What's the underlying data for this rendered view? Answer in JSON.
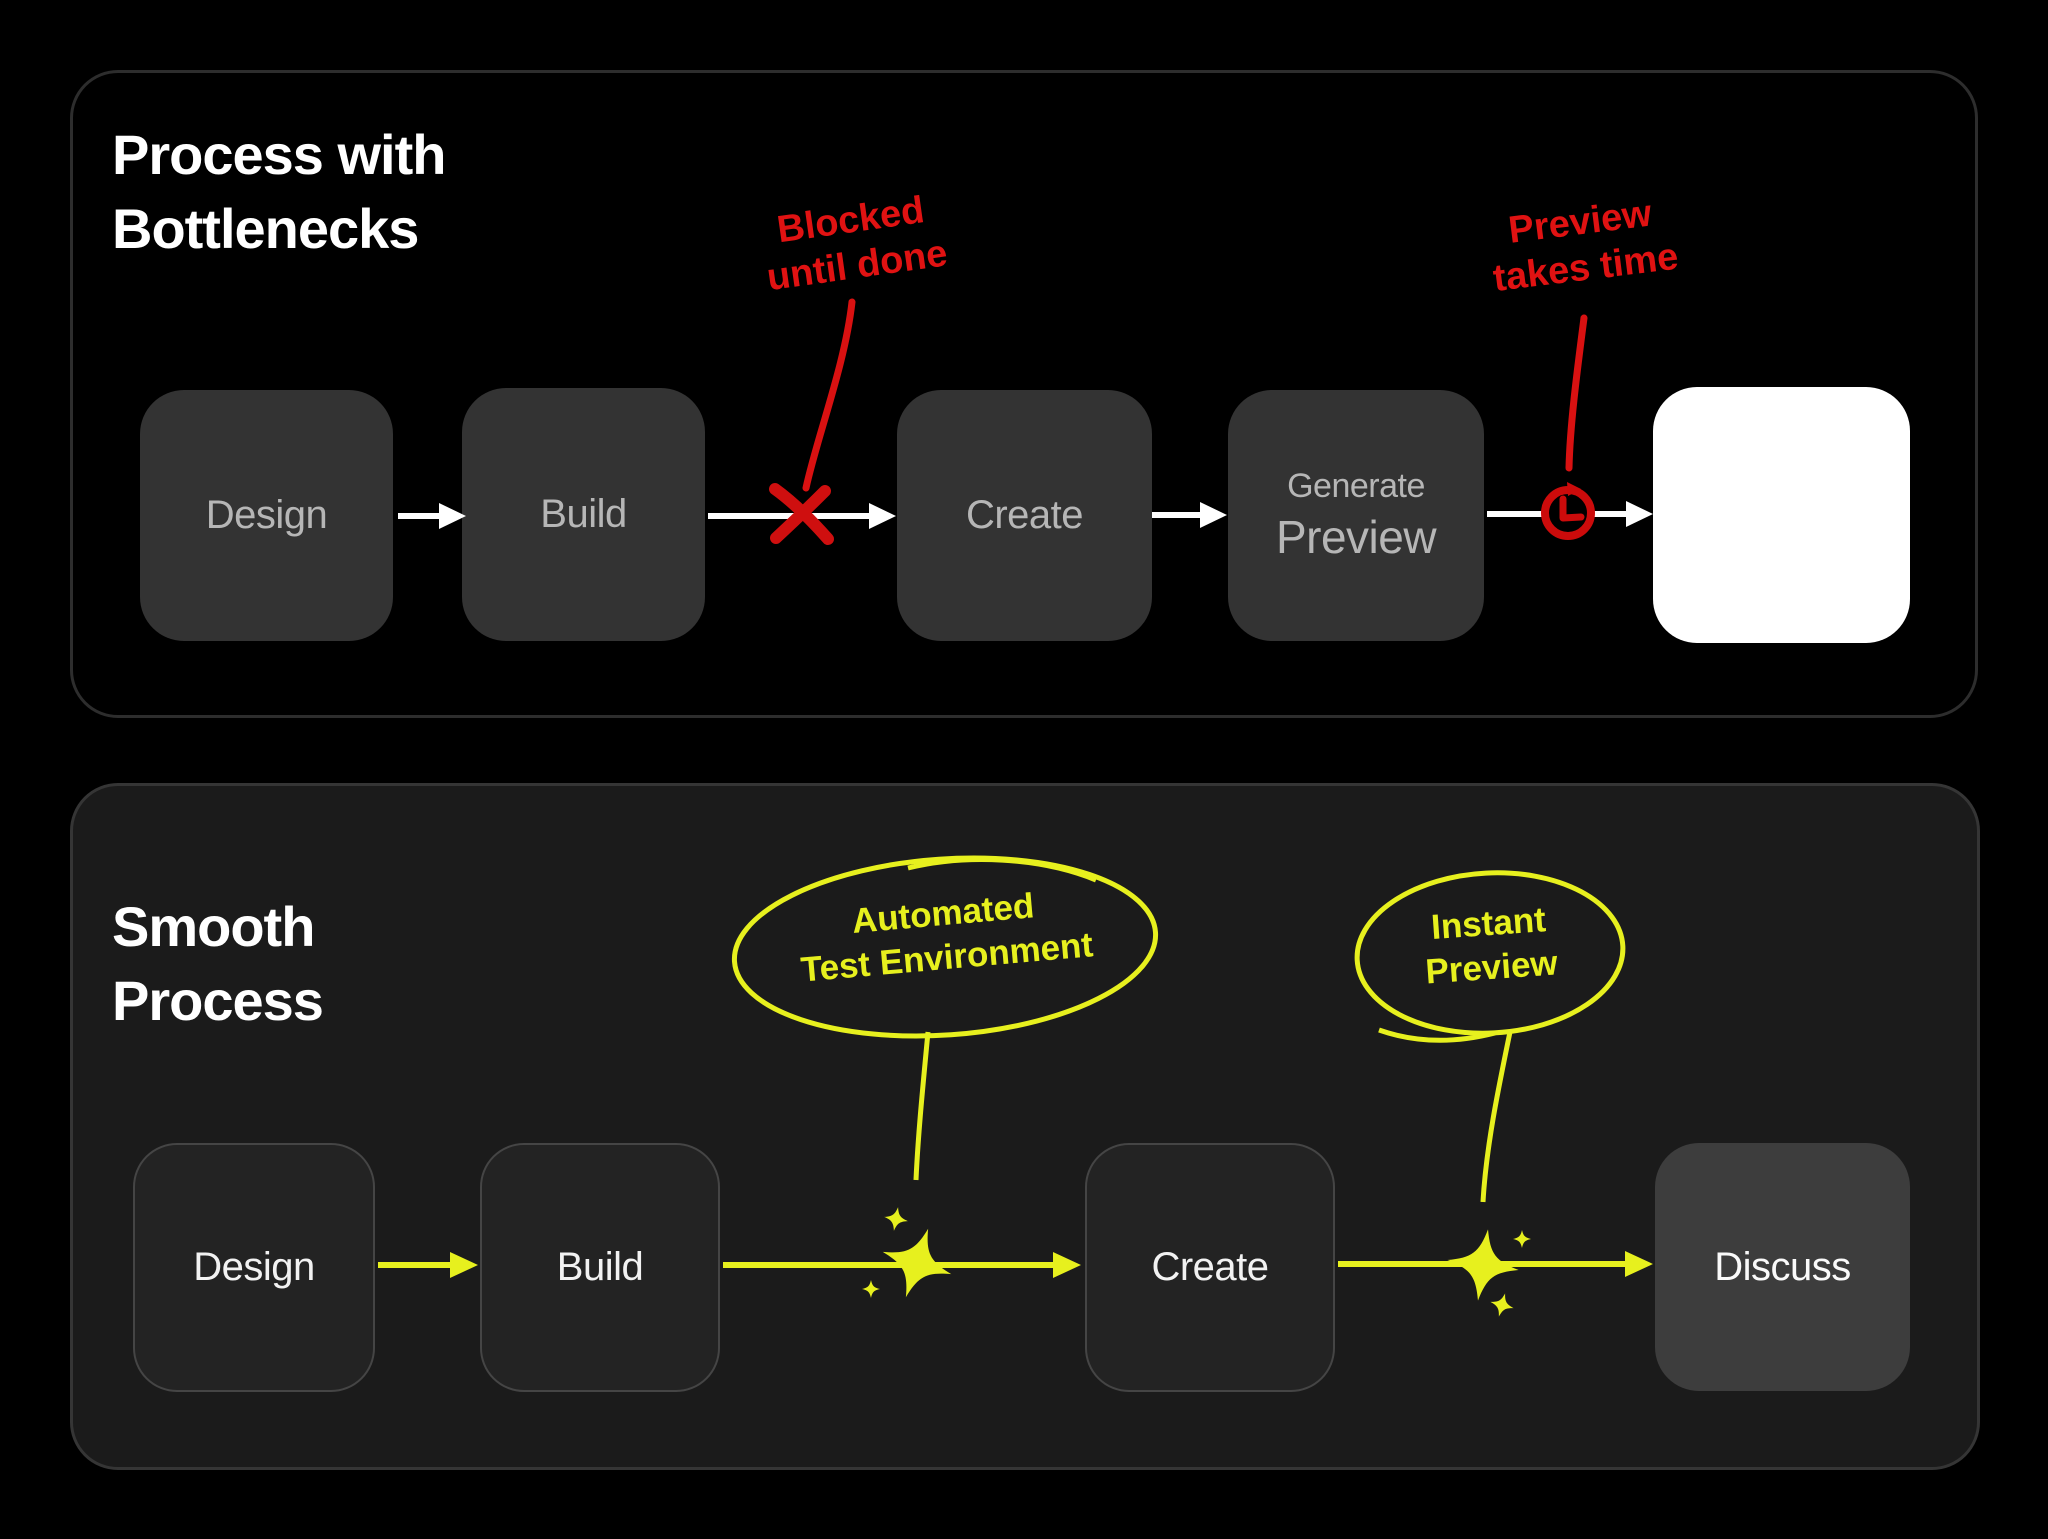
{
  "colors": {
    "background": "#000000",
    "top_panel_bg": "#000000",
    "top_panel_border": "#2d2d2d",
    "bottom_panel_bg": "#1b1b1b",
    "bottom_panel_border": "#353535",
    "node_fill_dark": "#333333",
    "node_text_dark": "#b6b6b6",
    "node_fill_outlined": "#232323",
    "node_border_outlined": "#454545",
    "node_fill_light": "#3d3d3d",
    "node_fill_white": "#ffffff",
    "arrow_top": "#ffffff",
    "accent_red": "#d91111",
    "accent_yellow": "#e7f01e",
    "title_text": "#ffffff"
  },
  "top": {
    "title": "Process with\nBottlenecks",
    "nodes": {
      "design": "Design",
      "build": "Build",
      "create": "Create",
      "generate_small": "Generate",
      "generate_large": "Preview",
      "final": ""
    },
    "annotations": {
      "blocked": "Blocked\nuntil done",
      "takes_time": "Preview\ntakes time"
    },
    "icons": {
      "blocker": "x-mark-icon",
      "delay": "clock-icon"
    }
  },
  "bottom": {
    "title": "Smooth\nProcess",
    "nodes": {
      "design": "Design",
      "build": "Build",
      "create": "Create",
      "discuss": "Discuss"
    },
    "annotations": {
      "automated": "Automated\nTest Environment",
      "instant": "Instant\nPreview"
    },
    "icons": {
      "boost_1": "sparkles-icon",
      "boost_2": "sparkles-icon"
    }
  }
}
